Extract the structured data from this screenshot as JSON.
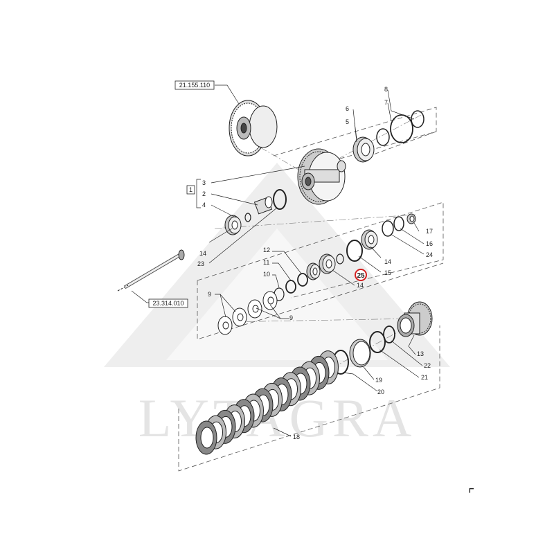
{
  "watermark": "LYTAGRA",
  "references": {
    "top": "21.155.110",
    "shaft": "23.314.010",
    "group": "1"
  },
  "highlighted_part": "25",
  "callouts": {
    "c2": "2",
    "c3": "3",
    "c4": "4",
    "c5": "5",
    "c6": "6",
    "c7": "7",
    "c8": "8",
    "c9a": "9",
    "c9b": "9",
    "c10": "10",
    "c11": "11",
    "c12": "12",
    "c13": "13",
    "c14a": "14",
    "c14b": "14",
    "c14c": "14",
    "c15": "15",
    "c16": "16",
    "c17": "17",
    "c18": "18",
    "c19": "19",
    "c20": "20",
    "c21": "21",
    "c22": "22",
    "c23": "23",
    "c24": "24"
  },
  "corner_mark": "⌜"
}
